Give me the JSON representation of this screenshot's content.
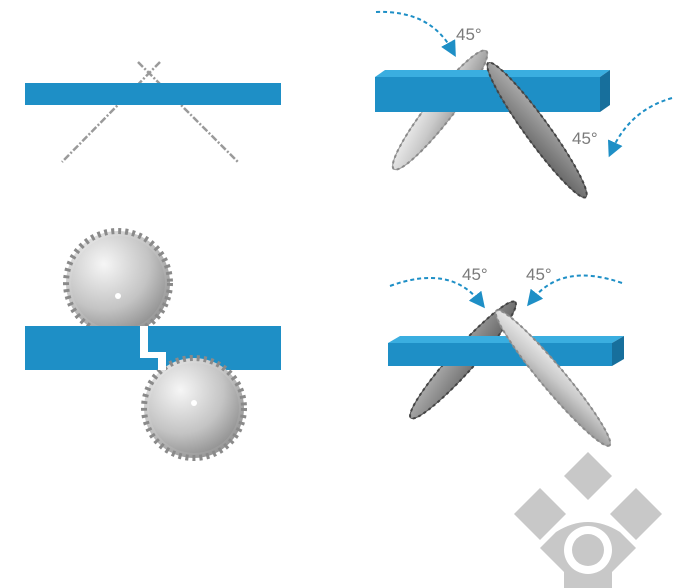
{
  "angle_labels": {
    "top_right_upper": "45°",
    "top_right_lower": "45°",
    "bottom_right_left": "45°",
    "bottom_right_right": "45°"
  },
  "colors": {
    "bar_front": "#1e8fc6",
    "bar_top": "#3aaee0",
    "bar_end": "#176f9c",
    "arrow": "#1e8fc6",
    "blade_light": "#e4e4e4",
    "blade_dark": "#7a7a7a",
    "logo": "#c8c8c8"
  },
  "icons": {
    "logo": "watermark-logo",
    "arrow": "curved-dashed-arrow-icon"
  }
}
